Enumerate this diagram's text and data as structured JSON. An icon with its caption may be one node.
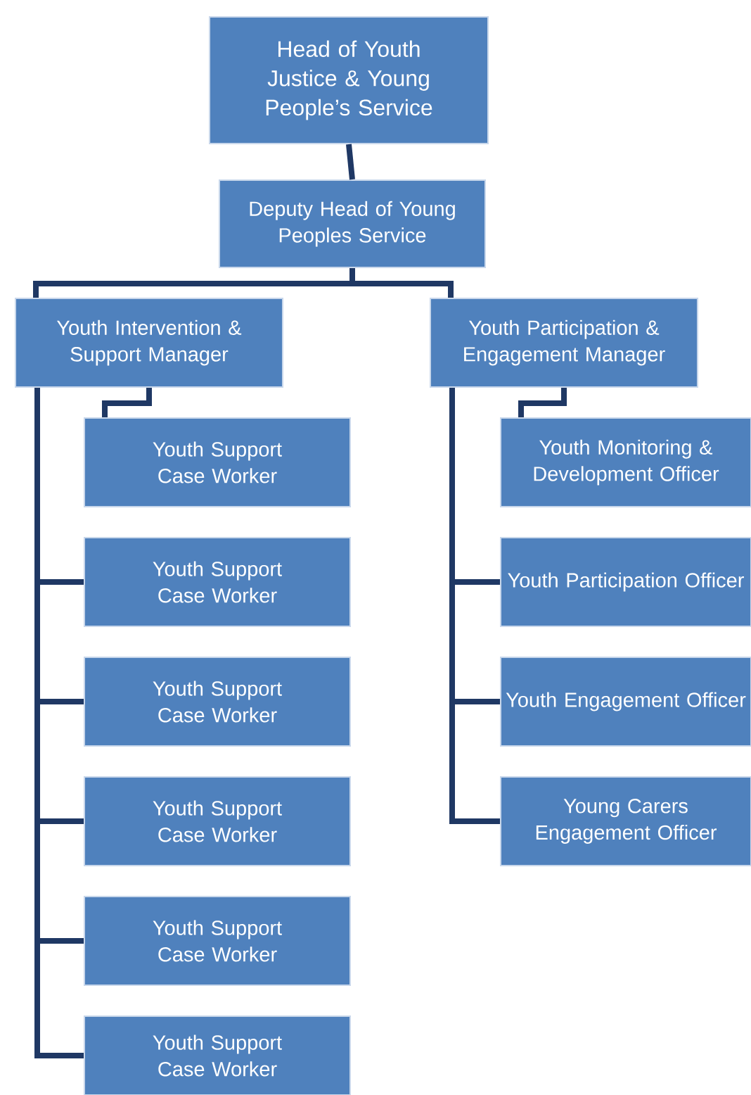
{
  "diagram": {
    "nodes": [
      {
        "text": [
          "Head of Youth Justice & Young People’s Service"
        ]
      },
      {
        "text": [
          "Deputy Head of Young Peoples Service"
        ]
      },
      {
        "text": [
          "Youth Intervention & Support Manager"
        ]
      },
      {
        "text": [
          "Youth Participation & Engagement Manager"
        ]
      },
      {
        "text": [
          "Youth Support Case Worker"
        ]
      },
      {
        "text": [
          "Youth Support Case Worker"
        ]
      },
      {
        "text": [
          "Youth Support Case Worker"
        ]
      },
      {
        "text": [
          "Youth Support Case Worker"
        ]
      },
      {
        "text": [
          "Youth Support Case Worker"
        ]
      },
      {
        "text": [
          "Youth Support Case Worker"
        ]
      },
      {
        "text": [
          "Youth Monitoring & Development Officer"
        ]
      },
      {
        "text": [
          "Youth Participation Officer"
        ]
      },
      {
        "text": [
          "Youth Engagement Officer"
        ]
      },
      {
        "text": [
          "Young Carers Engagement Officer"
        ]
      }
    ],
    "edges": [
      {
        "from": 0,
        "to": 1,
        "arrow": "none"
      },
      {
        "from": 1,
        "to": 2,
        "arrow": "none"
      },
      {
        "from": 1,
        "to": 3,
        "arrow": "none"
      },
      {
        "from": 2,
        "to": 4,
        "arrow": "none"
      },
      {
        "from": 2,
        "to": 5,
        "arrow": "none"
      },
      {
        "from": 2,
        "to": 6,
        "arrow": "none"
      },
      {
        "from": 2,
        "to": 7,
        "arrow": "none"
      },
      {
        "from": 2,
        "to": 8,
        "arrow": "none"
      },
      {
        "from": 2,
        "to": 9,
        "arrow": "none"
      },
      {
        "from": 3,
        "to": 10,
        "arrow": "none"
      },
      {
        "from": 3,
        "to": 11,
        "arrow": "none"
      },
      {
        "from": 3,
        "to": 12,
        "arrow": "none"
      },
      {
        "from": 3,
        "to": 13,
        "arrow": "none"
      }
    ]
  }
}
